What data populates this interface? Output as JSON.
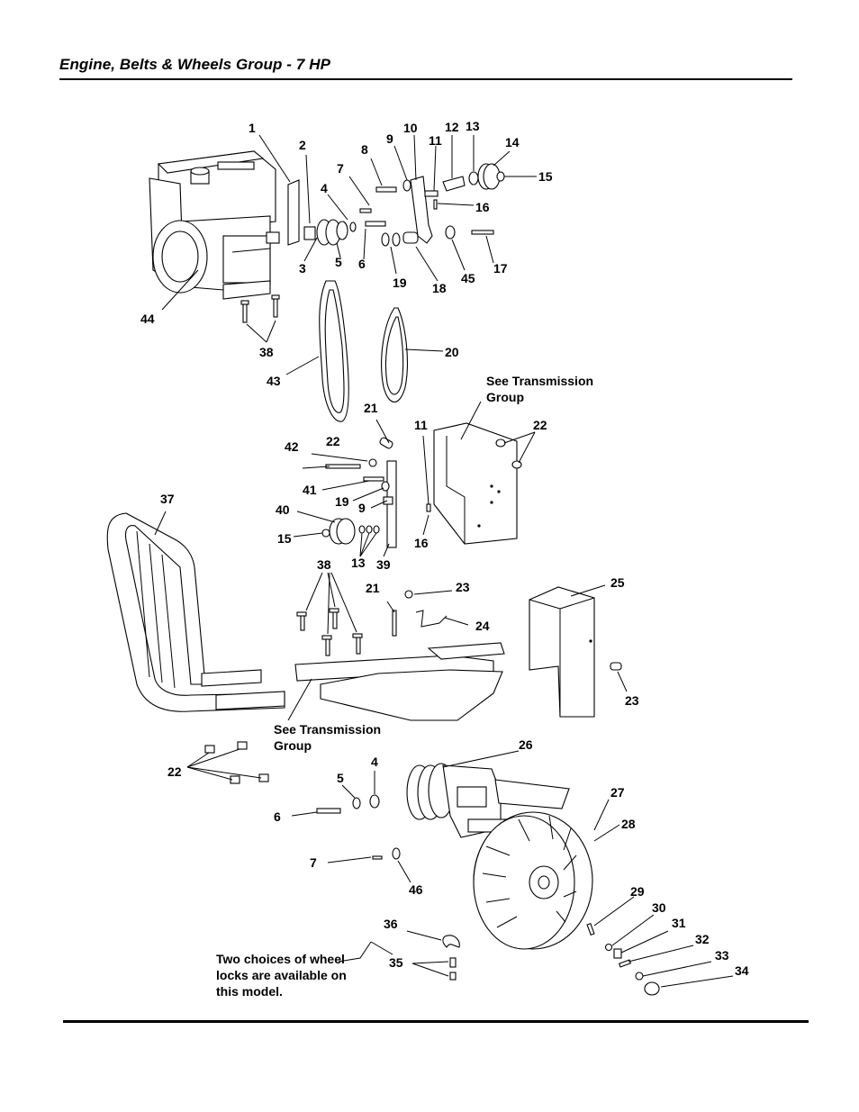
{
  "header": {
    "title": "Engine, Belts & Wheels Group - 7 HP"
  },
  "labels": [
    {
      "id": "c1",
      "text": "1"
    },
    {
      "id": "c2",
      "text": "2"
    },
    {
      "id": "c3",
      "text": "3"
    },
    {
      "id": "c4a",
      "text": "4"
    },
    {
      "id": "c5a",
      "text": "5"
    },
    {
      "id": "c6a",
      "text": "6"
    },
    {
      "id": "c7a",
      "text": "7"
    },
    {
      "id": "c8",
      "text": "8"
    },
    {
      "id": "c9a",
      "text": "9"
    },
    {
      "id": "c10",
      "text": "10"
    },
    {
      "id": "c11a",
      "text": "11"
    },
    {
      "id": "c12",
      "text": "12"
    },
    {
      "id": "c13a",
      "text": "13"
    },
    {
      "id": "c14",
      "text": "14"
    },
    {
      "id": "c15a",
      "text": "15"
    },
    {
      "id": "c16a",
      "text": "16"
    },
    {
      "id": "c17",
      "text": "17"
    },
    {
      "id": "c18",
      "text": "18"
    },
    {
      "id": "c19a",
      "text": "19"
    },
    {
      "id": "c45",
      "text": "45"
    },
    {
      "id": "c44",
      "text": "44"
    },
    {
      "id": "c38a",
      "text": "38"
    },
    {
      "id": "c43",
      "text": "43"
    },
    {
      "id": "c20",
      "text": "20"
    },
    {
      "id": "c21a",
      "text": "21"
    },
    {
      "id": "c11b",
      "text": "11"
    },
    {
      "id": "c22a",
      "text": "22"
    },
    {
      "id": "c42",
      "text": "42"
    },
    {
      "id": "c22b",
      "text": "22"
    },
    {
      "id": "c41",
      "text": "41"
    },
    {
      "id": "c19b",
      "text": "19"
    },
    {
      "id": "c9b",
      "text": "9"
    },
    {
      "id": "c40",
      "text": "40"
    },
    {
      "id": "c15b",
      "text": "15"
    },
    {
      "id": "c13b",
      "text": "13"
    },
    {
      "id": "c39",
      "text": "39"
    },
    {
      "id": "c16b",
      "text": "16"
    },
    {
      "id": "c37",
      "text": "37"
    },
    {
      "id": "c38b",
      "text": "38"
    },
    {
      "id": "c21b",
      "text": "21"
    },
    {
      "id": "c23a",
      "text": "23"
    },
    {
      "id": "c24",
      "text": "24"
    },
    {
      "id": "c25",
      "text": "25"
    },
    {
      "id": "c23b",
      "text": "23"
    },
    {
      "id": "c22c",
      "text": "22"
    },
    {
      "id": "c5b",
      "text": "5"
    },
    {
      "id": "c4b",
      "text": "4"
    },
    {
      "id": "c6b",
      "text": "6"
    },
    {
      "id": "c26",
      "text": "26"
    },
    {
      "id": "c27",
      "text": "27"
    },
    {
      "id": "c28",
      "text": "28"
    },
    {
      "id": "c7b",
      "text": "7"
    },
    {
      "id": "c46",
      "text": "46"
    },
    {
      "id": "c29",
      "text": "29"
    },
    {
      "id": "c30",
      "text": "30"
    },
    {
      "id": "c31",
      "text": "31"
    },
    {
      "id": "c36",
      "text": "36"
    },
    {
      "id": "c32",
      "text": "32"
    },
    {
      "id": "c33",
      "text": "33"
    },
    {
      "id": "c34",
      "text": "34"
    },
    {
      "id": "c35",
      "text": "35"
    }
  ],
  "notes": {
    "see_transmission_top": [
      "See Transmission",
      "Group"
    ],
    "see_transmission_mid": [
      "See Transmission",
      "Group"
    ],
    "wheel_locks": [
      "Two choices of wheel",
      "locks are available on",
      "this model."
    ]
  }
}
